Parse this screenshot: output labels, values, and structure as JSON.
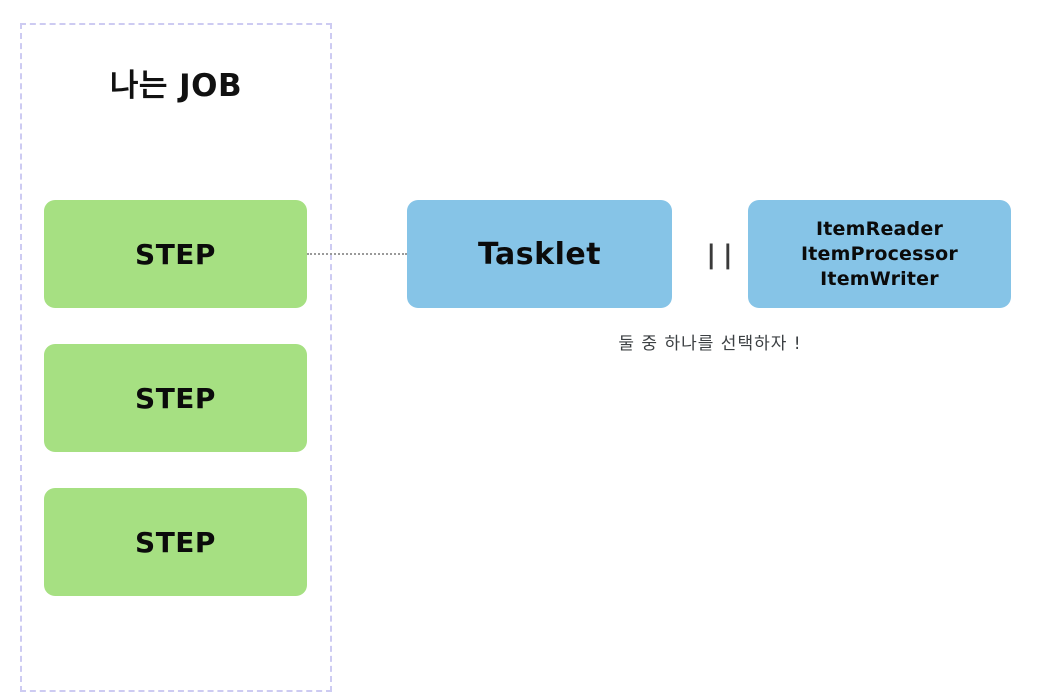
{
  "diagram": {
    "job": {
      "title": "나는 JOB",
      "border_color": "#cdcbf2",
      "steps": [
        {
          "label": "STEP"
        },
        {
          "label": "STEP"
        },
        {
          "label": "STEP"
        }
      ],
      "step_color": "#a6e082"
    },
    "tasklet": {
      "label": "Tasklet",
      "color": "#86c4e7"
    },
    "equals": {
      "symbol": "||"
    },
    "chunk": {
      "color": "#86c4e7",
      "lines": [
        "ItemReader",
        "ItemProcessor",
        "ItemWriter"
      ]
    },
    "caption": "둘 중 하나를 선택하자 !",
    "connector": {
      "style": "dotted",
      "color": "#9a9a9a"
    }
  }
}
